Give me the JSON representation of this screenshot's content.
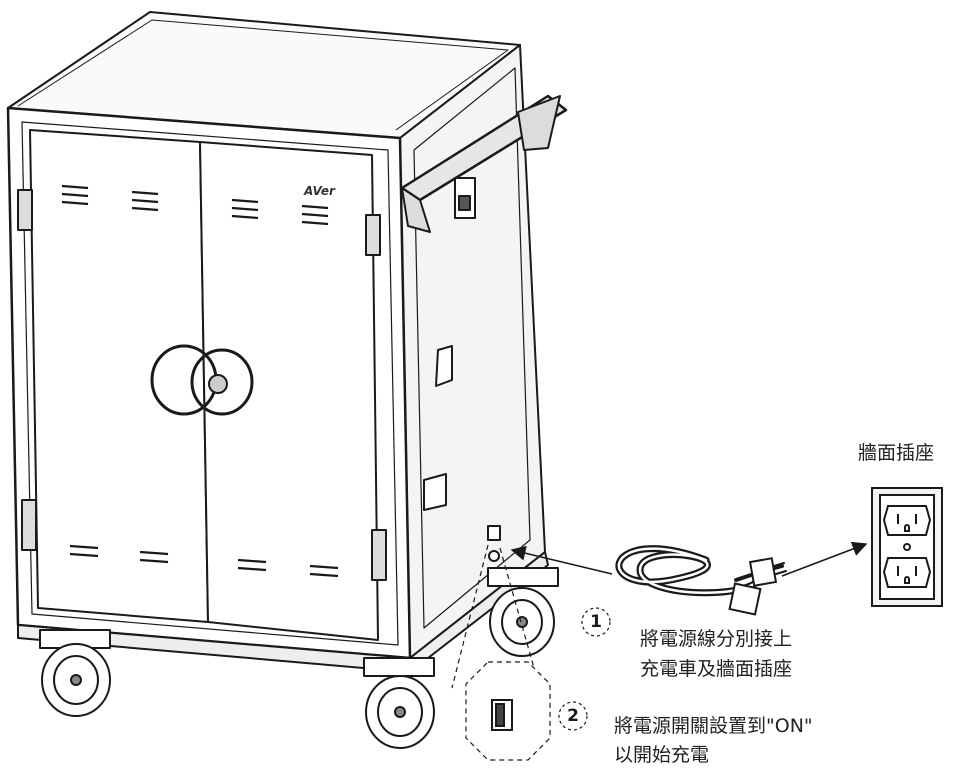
{
  "brand_logo": "AVer",
  "outlet_label": "牆面插座",
  "steps": [
    {
      "number": "1",
      "line1": "將電源線分別接上",
      "line2": "充電車及牆面插座"
    },
    {
      "number": "2",
      "line1": "將電源開關設置到\"ON\"",
      "line2": "以開始充電"
    }
  ],
  "colors": {
    "line": "#1a1a1a",
    "background": "#ffffff",
    "panel": "#f2f2f2"
  },
  "icons": [
    "charging-cart",
    "power-cord",
    "wall-outlet",
    "power-switch",
    "arrow"
  ]
}
